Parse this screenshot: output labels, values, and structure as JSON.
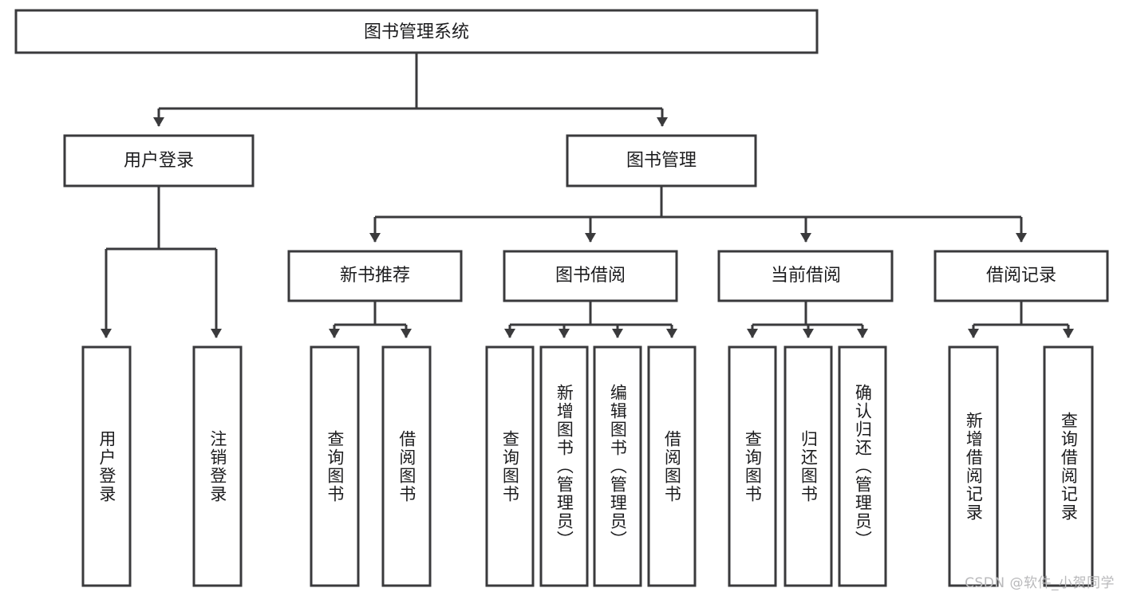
{
  "diagram": {
    "type": "tree-hierarchy",
    "title": "图书管理系统",
    "orientation": "top-down",
    "watermark": "CSDN @软件_小贺同学",
    "colors": {
      "stroke": "#3a3a3c",
      "fill": "#ffffff",
      "text": "#1c1c1e",
      "watermark": "#b9b9bb",
      "background": "#ffffff"
    },
    "root": {
      "label": "图书管理系统"
    },
    "level1": [
      {
        "label": "用户登录"
      },
      {
        "label": "图书管理"
      }
    ],
    "level2": [
      {
        "label": "新书推荐"
      },
      {
        "label": "图书借阅"
      },
      {
        "label": "当前借阅"
      },
      {
        "label": "借阅记录"
      }
    ],
    "leaves": {
      "user_login": [
        {
          "label": "用户登录"
        },
        {
          "label": "注销登录"
        }
      ],
      "new_book_recommend": [
        {
          "label": "查询图书"
        },
        {
          "label": "借阅图书"
        }
      ],
      "book_borrow": [
        {
          "label": "查询图书"
        },
        {
          "label": "新增图书（管理员）"
        },
        {
          "label": "编辑图书（管理员）"
        },
        {
          "label": "借阅图书"
        }
      ],
      "current_borrow": [
        {
          "label": "查询图书"
        },
        {
          "label": "归还图书"
        },
        {
          "label": "确认归还（管理员）"
        }
      ],
      "borrow_record": [
        {
          "label": "新增借阅记录"
        },
        {
          "label": "查询借阅记录"
        }
      ]
    }
  }
}
